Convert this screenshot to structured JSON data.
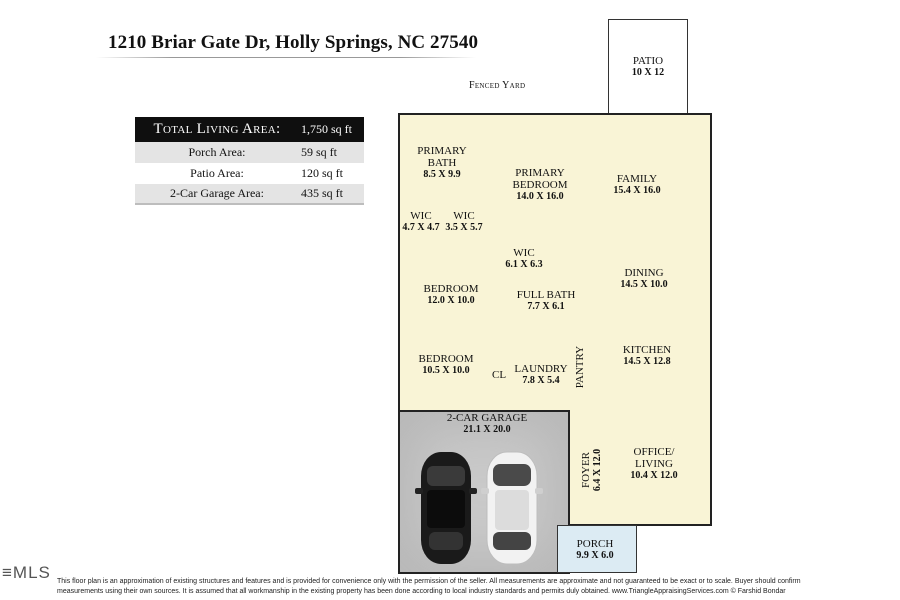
{
  "address": "1210 Briar Gate Dr, Holly Springs, NC 27540",
  "area_table": {
    "rows": [
      {
        "label": "Total Living Area:",
        "value": "1,750 sq ft"
      },
      {
        "label": "Porch Area:",
        "value": "59 sq ft"
      },
      {
        "label": "Patio Area:",
        "value": "120 sq ft"
      },
      {
        "label": "2-Car Garage Area:",
        "value": "435 sq ft"
      }
    ]
  },
  "labels": {
    "fenced_yard": "Fenced Yard",
    "cl": "CL",
    "pantry": "PANTRY"
  },
  "rooms": {
    "patio": {
      "name": "PATIO",
      "dims": "10 X 12"
    },
    "primary_bath": {
      "name": "PRIMARY BATH",
      "dims": "8.5 X 9.9"
    },
    "primary_bedroom": {
      "name": "PRIMARY BEDROOM",
      "dims": "14.0 X 16.0"
    },
    "family": {
      "name": "FAMILY",
      "dims": "15.4 X 16.0"
    },
    "wic_1": {
      "name": "WIC",
      "dims": "4.7 X 4.7"
    },
    "wic_2": {
      "name": "WIC",
      "dims": "3.5 X 5.7"
    },
    "wic_3": {
      "name": "WIC",
      "dims": "6.1 X 6.3"
    },
    "dining": {
      "name": "DINING",
      "dims": "14.5 X 10.0"
    },
    "bedroom_1": {
      "name": "BEDROOM",
      "dims": "12.0 X 10.0"
    },
    "full_bath": {
      "name": "FULL BATH",
      "dims": "7.7 X 6.1"
    },
    "kitchen": {
      "name": "KITCHEN",
      "dims": "14.5 X 12.8"
    },
    "bedroom_2": {
      "name": "BEDROOM",
      "dims": "10.5 X 10.0"
    },
    "laundry": {
      "name": "LAUNDRY",
      "dims": "7.8 X 5.4"
    },
    "garage": {
      "name": "2-CAR GARAGE",
      "dims": "21.1 X 20.0"
    },
    "foyer": {
      "name": "FOYER",
      "dims": "6.4 X 12.0"
    },
    "office": {
      "name": "OFFICE/ LIVING",
      "dims": "10.4 X 12.0"
    },
    "porch": {
      "name": "PORCH",
      "dims": "9.9 X 6.0"
    }
  },
  "mls_logo": "≡MLS",
  "disclaimer": "This floor plan is an approximation of existing structures and features and is provided for convenience only with the permission of the seller.  All measurements are approximate and not guaranteed to be exact or to scale.  Buyer should confirm measurements using their own sources.  It is assumed that all workmanship in the existing property has been done according to local industry standards and permits duly obtained.        www.TriangleAppraisingServices.com     © Farshid Bondar",
  "colors": {
    "living_fill": "#f9f4d6",
    "garage_fill": "#c9c9c9",
    "porch_fill": "#dcebf3",
    "table_header": "#0f0f0f"
  }
}
